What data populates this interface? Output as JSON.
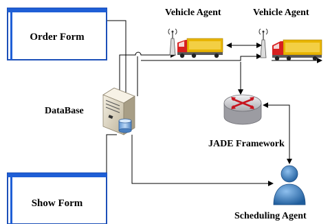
{
  "order_form": {
    "label": "Order Form"
  },
  "show_form": {
    "label": "Show Form"
  },
  "database": {
    "label": "DataBase"
  },
  "vehicle_agents": [
    {
      "label": "Vehicle Agent"
    },
    {
      "label": "Vehicle Agent"
    }
  ],
  "jade": {
    "label": "JADE Framework"
  },
  "scheduling_agent": {
    "label": "Scheduling Agent"
  },
  "colors": {
    "form_header": "#1f5fd6",
    "form_border": "#1b4fb8",
    "truck_cab": "#d82020",
    "truck_cargo": "#e8b400",
    "router_body": "#d9d9dc",
    "router_arrows": "#c8141e",
    "person": "#3d7fc4",
    "connector": "#000000"
  },
  "icons": [
    "antenna-icon",
    "truck-icon",
    "server-icon",
    "database-cylinder-icon",
    "router-icon",
    "person-icon"
  ]
}
